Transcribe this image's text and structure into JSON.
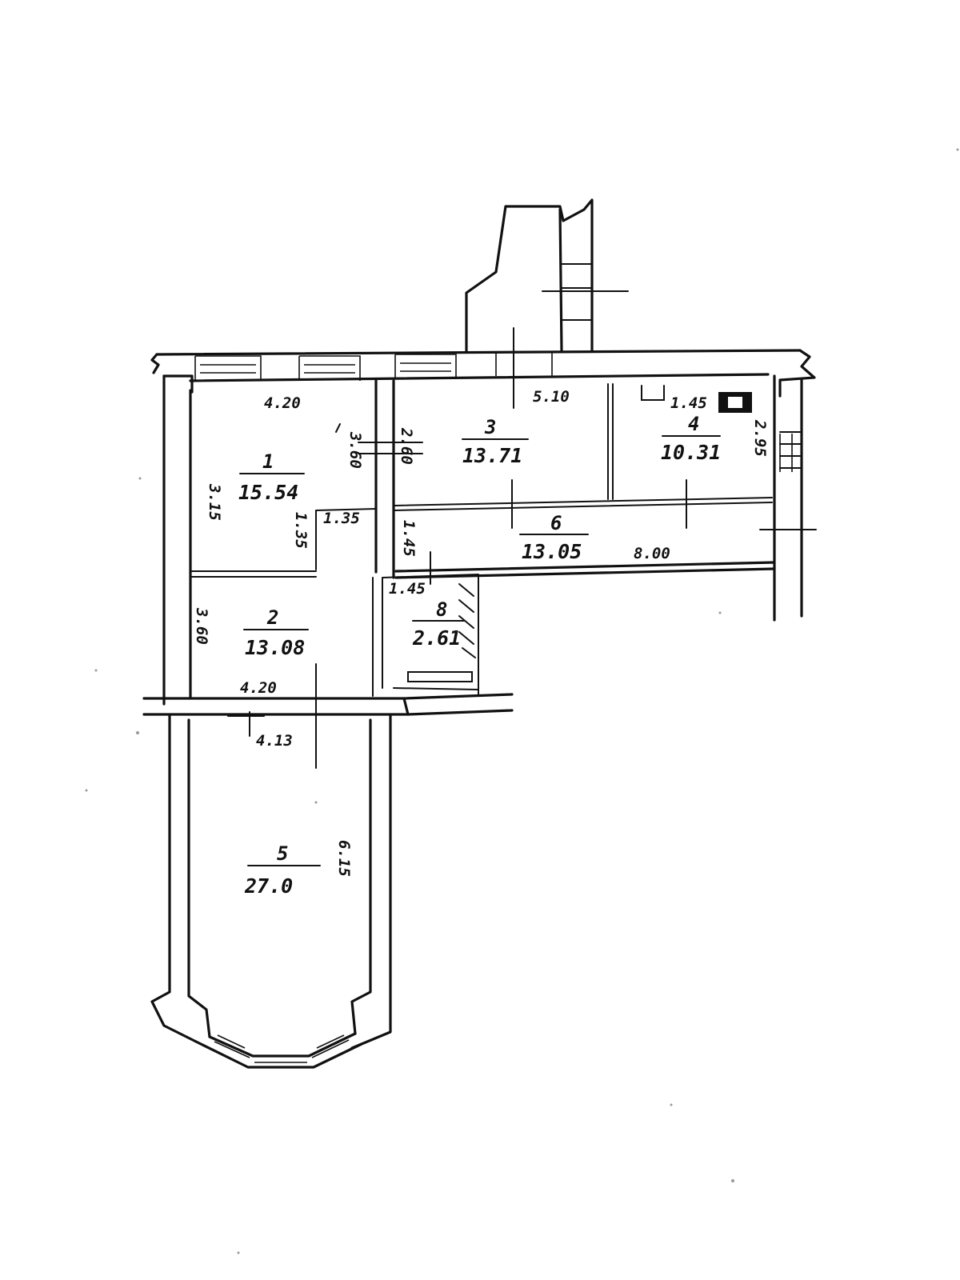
{
  "rooms": [
    {
      "number": "1",
      "area": "15.54"
    },
    {
      "number": "2",
      "area": "13.08"
    },
    {
      "number": "3",
      "area": "13.71"
    },
    {
      "number": "4",
      "area": "10.31"
    },
    {
      "number": "5",
      "area": "27.0"
    },
    {
      "number": "6",
      "area": "13.05"
    },
    {
      "number": "8",
      "area": "2.61"
    }
  ],
  "dimensions": {
    "room1_top": "4.20",
    "room1_left": "3.15",
    "room1_right": "3.60",
    "room1_step": "1.35",
    "room1_notch": "1.35",
    "room2_left": "3.60",
    "room2_bottom": "4.20",
    "room5_top": "4.13",
    "room5_right": "6.15",
    "room3_top": "5.10",
    "room3_left": "2.60",
    "room4_top": "1.45",
    "room4_right": "2.95",
    "room6_right": "8.00",
    "room6_left": "1.45",
    "room8_top": "1.45"
  }
}
